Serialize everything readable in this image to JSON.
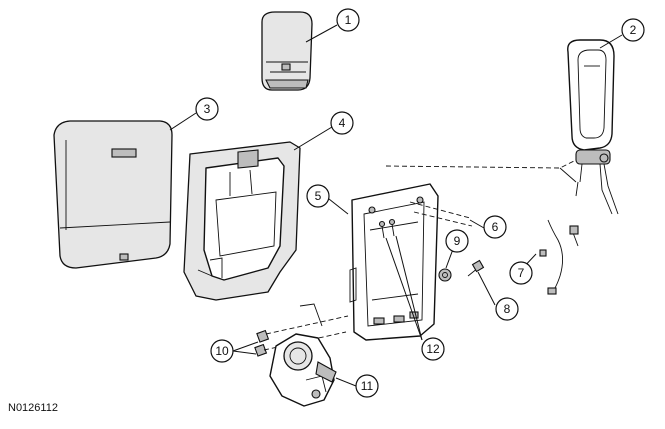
{
  "figure_id": "N0126112",
  "callouts": [
    {
      "label": "1"
    },
    {
      "label": "2"
    },
    {
      "label": "3"
    },
    {
      "label": "4"
    },
    {
      "label": "5"
    },
    {
      "label": "6"
    },
    {
      "label": "7"
    },
    {
      "label": "8"
    },
    {
      "label": "9"
    },
    {
      "label": "10"
    },
    {
      "label": "11"
    },
    {
      "label": "12"
    }
  ]
}
